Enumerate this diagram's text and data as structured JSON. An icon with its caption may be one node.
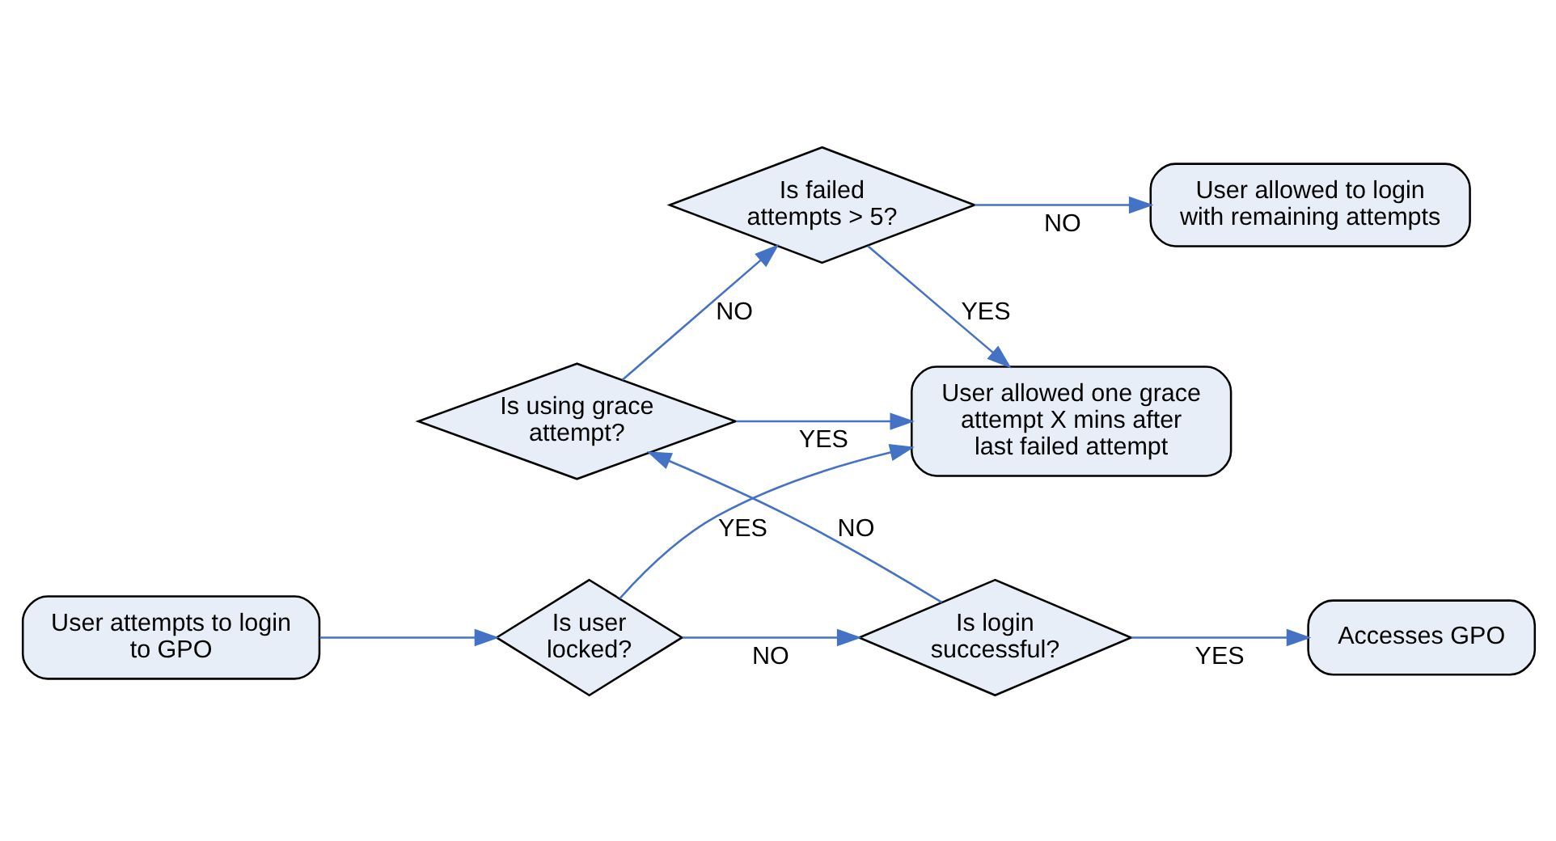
{
  "diagram": {
    "nodes": [
      {
        "text": [
          "User attempts to login to GPO"
        ]
      },
      {
        "text": [
          "Is user locked?"
        ]
      },
      {
        "text": [
          "Is login successful?"
        ]
      },
      {
        "text": [
          "Accesses GPO"
        ]
      },
      {
        "text": [
          "Is using grace attempt?"
        ]
      },
      {
        "text": [
          "User allowed one grace attempt X mins after last failed attempt"
        ]
      },
      {
        "text": [
          "Is failed attempts > 5?"
        ]
      },
      {
        "text": [
          "User allowed to login with remaining attempts"
        ]
      }
    ],
    "edges": [
      {
        "from": 0,
        "to": 1,
        "arrow": "to"
      },
      {
        "from": 1,
        "to": 2,
        "arrow": "to",
        "label": "NO"
      },
      {
        "from": 1,
        "to": 5,
        "arrow": "to",
        "label": "YES"
      },
      {
        "from": 2,
        "to": 3,
        "arrow": "to",
        "label": "YES"
      },
      {
        "from": 2,
        "to": 4,
        "arrow": "to",
        "label": "NO"
      },
      {
        "from": 4,
        "to": 5,
        "arrow": "to",
        "label": "YES"
      },
      {
        "from": 4,
        "to": 6,
        "arrow": "to",
        "label": "NO"
      },
      {
        "from": 6,
        "to": 5,
        "arrow": "to",
        "label": "YES"
      },
      {
        "from": 6,
        "to": 7,
        "arrow": "to",
        "label": "NO"
      }
    ]
  }
}
